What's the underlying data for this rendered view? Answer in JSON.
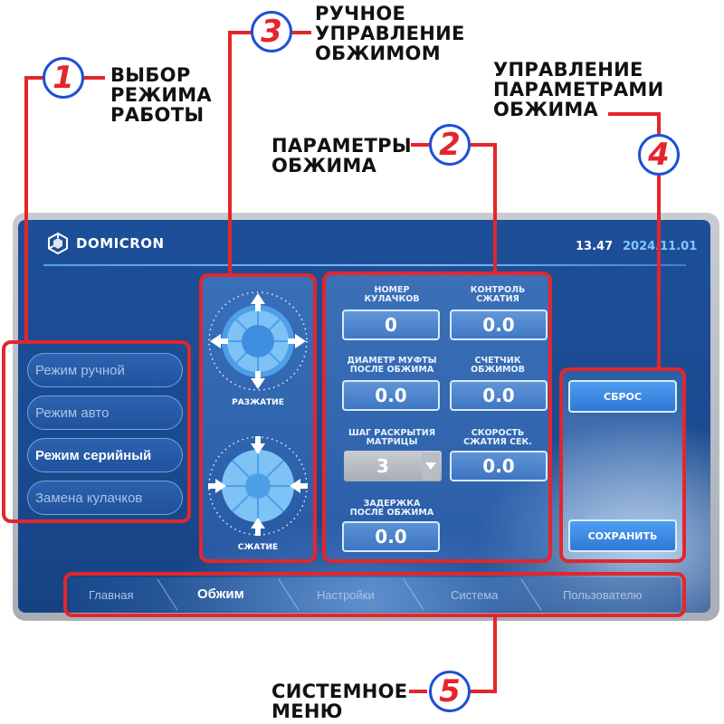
{
  "callouts": [
    {
      "number": "1",
      "text": "ВЫБОР\nРЕЖИМА\nРАБОТЫ"
    },
    {
      "number": "2",
      "text": "ПАРАМЕТРЫ\nОБЖИМА"
    },
    {
      "number": "3",
      "text": "РУЧНОЕ\nУПРАВЛЕНИЕ\nОБЖИМОМ"
    },
    {
      "number": "4",
      "text": "УПРАВЛЕНИЕ\nПАРАМЕТРАМИ\nОБЖИМА"
    },
    {
      "number": "5",
      "text": "СИСТЕМНОЕ\nМЕНЮ"
    }
  ],
  "header": {
    "brand": "DOMICRON",
    "time": "13.47",
    "date": "2024.11.01"
  },
  "modes": [
    {
      "label": "Режим ручной",
      "active": false
    },
    {
      "label": "Режим авто",
      "active": false
    },
    {
      "label": "Режим серийный",
      "active": true
    },
    {
      "label": "Замена кулачков",
      "active": false
    }
  ],
  "manual_control": {
    "open_label": "РАЗЖАТИЕ",
    "close_label": "СЖАТИЕ"
  },
  "params": {
    "cam_number": {
      "label": "НОМЕР\nКУЛАЧКОВ",
      "value": "0"
    },
    "compression_control": {
      "label": "КОНТРОЛЬ\nСЖАТИЯ",
      "value": "0.0"
    },
    "sleeve_diameter": {
      "label": "ДИАМЕТР МУФТЫ\nПОСЛЕ ОБЖИМА",
      "value": "0.0"
    },
    "crimp_counter": {
      "label": "СЧЕТЧИК\nОБЖИМОВ",
      "value": "0.0"
    },
    "matrix_step": {
      "label": "ШАГ РАСКРЫТИЯ\nМАТРИЦЫ",
      "value": "3"
    },
    "compression_speed": {
      "label": "СКОРОСТЬ\nСЖАТИЯ СЕК.",
      "value": "0.0"
    },
    "delay": {
      "label": "ЗАДЕРЖКА\nПОСЛЕ ОБЖИМА",
      "value": "0.0"
    }
  },
  "actions": {
    "reset": "СБРОС",
    "save": "СОХРАНИТЬ"
  },
  "nav": [
    {
      "label": "Главная",
      "active": false
    },
    {
      "label": "Обжим",
      "active": true
    },
    {
      "label": "Настройки",
      "active": false
    },
    {
      "label": "Система",
      "active": false
    },
    {
      "label": "Пользователю",
      "active": false
    }
  ],
  "colors": {
    "callout_red": "#e3262c",
    "badge_blue": "#1d4fd6",
    "screen_blue": "#1d4f98",
    "accent_cyan": "#7fc8ff"
  }
}
